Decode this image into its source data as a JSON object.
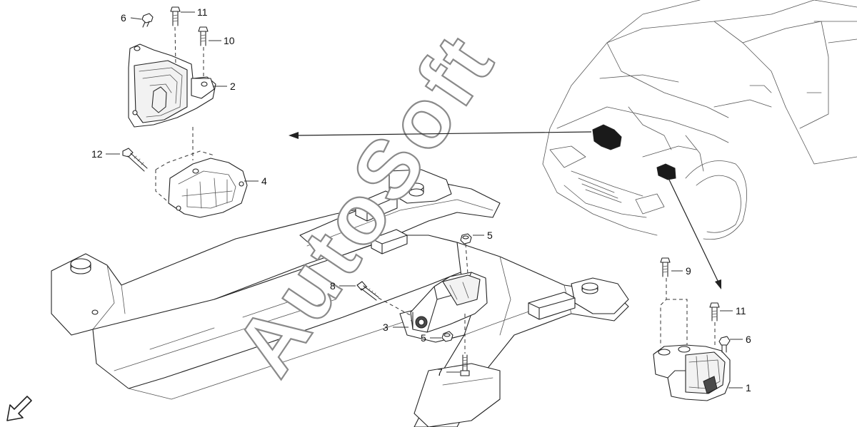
{
  "watermark": "AutoSoft",
  "callouts": {
    "c1": "1",
    "c2": "2",
    "c3": "3",
    "c4": "4",
    "c5a": "5",
    "c5b": "5",
    "c6a": "6",
    "c6b": "6",
    "c7": "7",
    "c8": "8",
    "c9": "9",
    "c10": "10",
    "c11a": "11",
    "c11b": "11",
    "c12": "12"
  },
  "icons": {
    "front_direction": "arrow-down-left-icon",
    "location_arrows": "pointer-arrow-icon"
  },
  "colors": {
    "line": "#2a2a2a",
    "watermark_outline": "#8a8a8a",
    "highlight": "#1a1a1a"
  }
}
